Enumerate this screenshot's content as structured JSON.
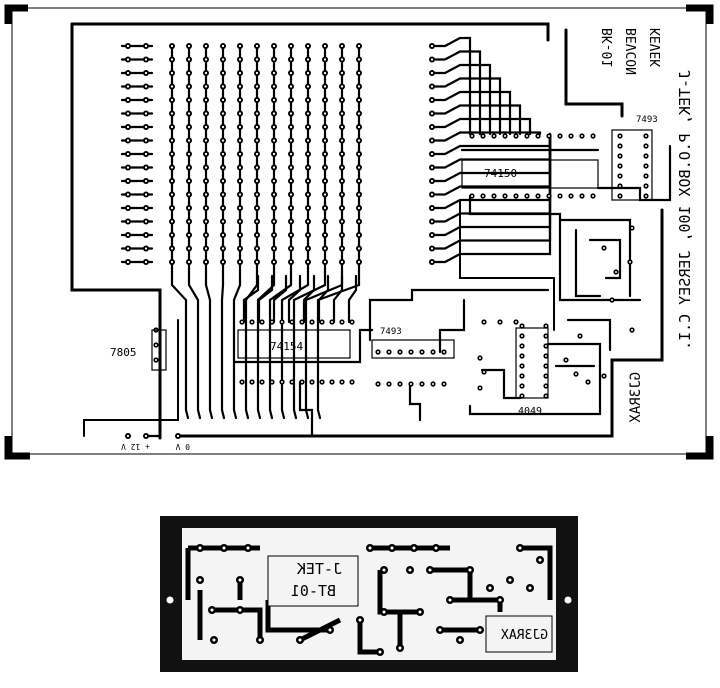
{
  "top_board": {
    "title_line1": "KEVEK",
    "title_line2": "BEVCON",
    "model": "BK-01",
    "company_address": "J-TEK, P.O.BOX 100, JERSEY C.I.",
    "callsign": "GJ3RAX",
    "chips": {
      "mux": "74150",
      "decoder": "74154",
      "counter_a": "7493",
      "counter_b": "7493",
      "cmos": "4049"
    },
    "regulator": "7805",
    "supply_plus": "+ 12 V",
    "supply_ground": "0 V"
  },
  "bottom_board": {
    "company": "J-TEK",
    "model": "BT-01",
    "callsign": "GJ3RAX"
  }
}
